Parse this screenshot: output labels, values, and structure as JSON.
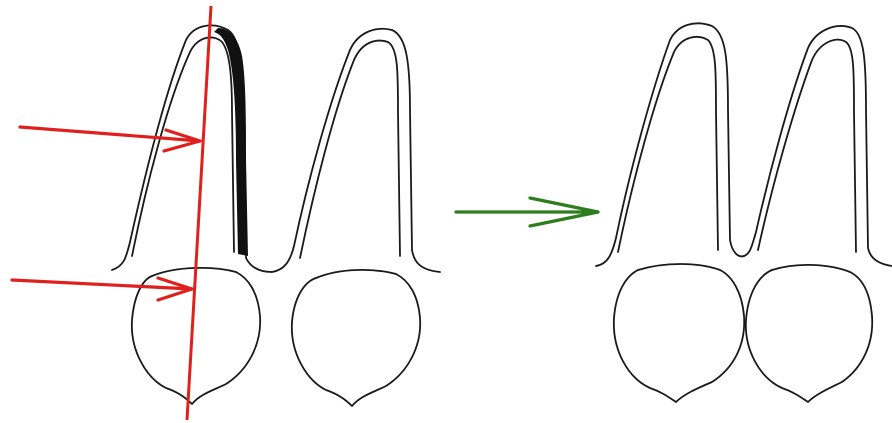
{
  "figure": {
    "background": "#ffffff",
    "line_color": "#1a1a1a",
    "shaded_region_color": "#111111",
    "cut_line_color": "#e0201c",
    "marker_arrow_color": "#e0201c",
    "transition_arrow_color": "#2e7d1f",
    "panels": [
      {
        "id": "before",
        "description_icon": "teeth-with-cut-line"
      },
      {
        "id": "after",
        "description_icon": "teeth-closed-gap"
      }
    ]
  }
}
